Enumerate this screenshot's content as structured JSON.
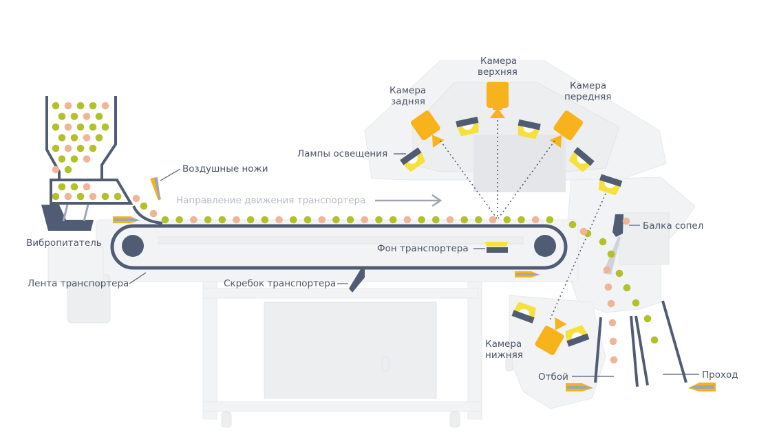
{
  "diagram": {
    "title": "Optical sorter scheme",
    "colors": {
      "dark": "#4f5c74",
      "camera": "#f8b21b",
      "lamp_yellow": "#f6e13c",
      "seed_green": "#b2c12a",
      "seed_peach": "#f0b597",
      "ghost": "#f0f1f3",
      "direction_arrow": "#9ea3ad"
    },
    "labels": {
      "vibrofeeder": "Вибропитатель",
      "air_knives": "Воздушные ножи",
      "direction": "Направление движения транспортера",
      "belt": "Лента транспортера",
      "scraper": "Скребок транспортера",
      "background": "Фон транспортера",
      "lamps": "Лампы освещения",
      "camera_rear_1": "Камера",
      "camera_rear_2": "задняя",
      "camera_top_1": "Камера",
      "camera_top_2": "верхняя",
      "camera_front_1": "Камера",
      "camera_front_2": "передняя",
      "nozzle_beam": "Балка сопел",
      "camera_bottom_1": "Камера",
      "camera_bottom_2": "нижняя",
      "reject": "Отбой",
      "pass": "Проход"
    },
    "hopper_rows": [
      [
        "g",
        "p",
        "g",
        "g",
        "p"
      ],
      [
        "g",
        "g",
        "p",
        "g"
      ],
      [
        "g",
        "p",
        "g",
        "g",
        "g"
      ],
      [
        "g",
        "g",
        "p",
        "g"
      ],
      [
        "g",
        "p",
        "g",
        "g"
      ],
      [
        "g",
        "g",
        "p"
      ],
      [
        "p",
        "g"
      ]
    ],
    "feeder_rows": [
      [
        "g",
        "g",
        "p"
      ],
      [
        "g",
        "p",
        "g",
        "p",
        "g",
        "g"
      ]
    ],
    "belt_seeds": [
      "p",
      "g",
      "p",
      "g",
      "g",
      "p",
      "g",
      "g",
      "p",
      "g",
      "g",
      "p",
      "g",
      "g",
      "p",
      "g",
      "g",
      "p",
      "g",
      "g",
      "p",
      "g",
      "g",
      "p",
      "g",
      "g",
      "p",
      "g",
      "g",
      "p",
      "g",
      "g",
      "p",
      "g"
    ],
    "fall_pass": [
      "g",
      "g",
      "g",
      "g",
      "g",
      "g",
      "g"
    ],
    "fall_reject": [
      "p",
      "p",
      "p",
      "p",
      "p",
      "p"
    ]
  }
}
